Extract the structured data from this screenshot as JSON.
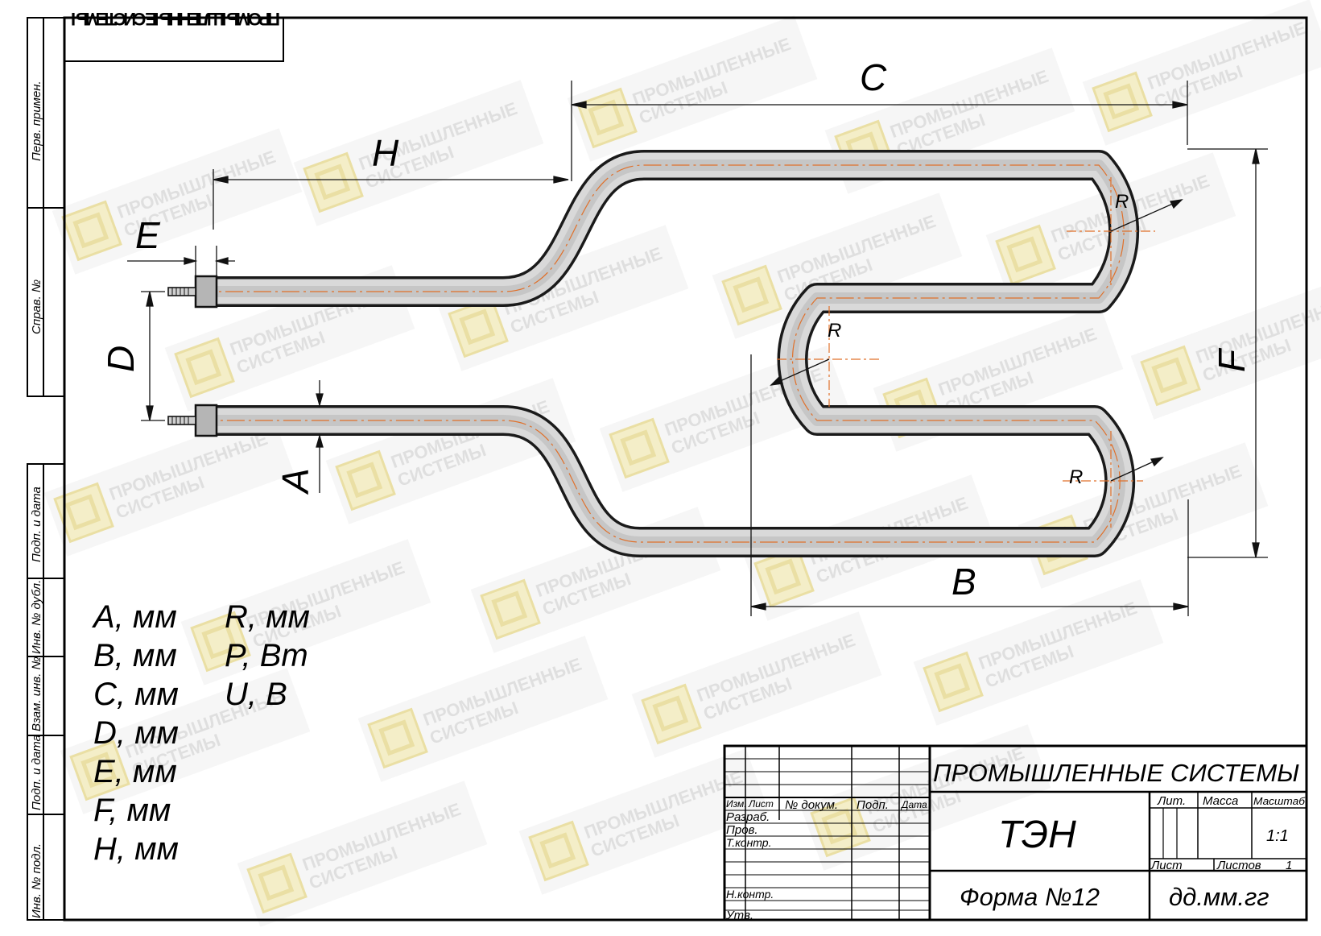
{
  "brand": {
    "stamp_mirrored": "ПРОМЫШЛЕННЫЕ СИСТЕМЫ",
    "watermark_line1": "ПРОМЫШЛЕННЫЕ",
    "watermark_line2": "СИСТЕМЫ"
  },
  "side_stamps": {
    "perv_primen": "Перв. примен.",
    "sprav_no": "Справ. №",
    "podp_i_data_top": "Подп. и дата",
    "inv_no_dubl": "Инв. № дубл.",
    "vzam_inv_no": "Взам. инв. №",
    "podp_i_data_bottom": "Подп. и дата",
    "inv_no_podl": "Инв. № подл."
  },
  "dimensions": {
    "A": "A",
    "B": "B",
    "C": "C",
    "D": "D",
    "E": "E",
    "F": "F",
    "H": "H",
    "R": "R"
  },
  "parameters": {
    "col1": [
      "A, мм",
      "B, мм",
      "C, мм",
      "D, мм",
      "E, мм",
      "F, мм",
      "H, мм"
    ],
    "col2": [
      "R, мм",
      "P, Вт",
      "U, В"
    ]
  },
  "title_block": {
    "company": "ПРОМЫШЛЕННЫЕ СИСТЕМЫ",
    "product": "ТЭН",
    "form": "Форма №12",
    "date_format": "дд.мм.гг",
    "col_izm": "Изм.",
    "col_list": "Лист",
    "col_dokum": "№ докум.",
    "col_podp": "Подп.",
    "col_data": "Дата",
    "razrab": "Разраб.",
    "prov": "Пров.",
    "tkontr": "Т.контр.",
    "nkontr": "Н.контр.",
    "utv": "Утв.",
    "lit": "Лит.",
    "massa": "Масса",
    "masshtab": "Масштаб",
    "scale": "1:1",
    "list": "Лист",
    "listov": "Листов",
    "listov_value": "1"
  },
  "colors": {
    "tube_fill": "#d9d9d9",
    "tube_edge": "#1a1a1a",
    "centerline": "#e0702a",
    "watermark": "#e6e6e6",
    "watermark_logo": "#f3ecc2"
  }
}
